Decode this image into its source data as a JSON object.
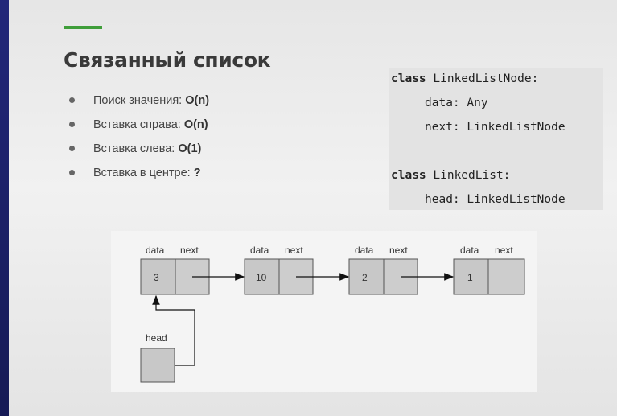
{
  "slide": {
    "title": "Связанный список",
    "bullets": [
      {
        "text": "Поиск значения: ",
        "bold": "O(n)"
      },
      {
        "text": "Вставка справа: ",
        "bold": "O(n)"
      },
      {
        "text": "Вставка слева: ",
        "bold": "O(1)"
      },
      {
        "text": "Вставка в центре: ",
        "bold": "?"
      }
    ]
  },
  "code": {
    "l1_kw": "class",
    "l1_rest": " LinkedListNode:",
    "l2": "data: Any",
    "l3": "next: LinkedListNode",
    "l4_kw": "class",
    "l4_rest": " LinkedList:",
    "l5": "head: LinkedListNode"
  },
  "diagram": {
    "nodes": [
      {
        "data_label": "data",
        "next_label": "next",
        "value": "3"
      },
      {
        "data_label": "data",
        "next_label": "next",
        "value": "10"
      },
      {
        "data_label": "data",
        "next_label": "next",
        "value": "2"
      },
      {
        "data_label": "data",
        "next_label": "next",
        "value": "1"
      }
    ],
    "head_label": "head"
  },
  "colors": {
    "accent": "#3f9e3a",
    "cell_fill": "#c8c8c8",
    "background": "#1b1f5e"
  }
}
